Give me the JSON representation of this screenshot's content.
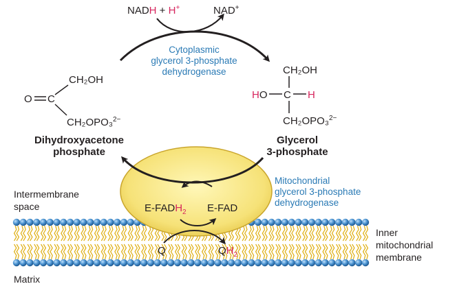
{
  "colors": {
    "enzyme_blue": "#2a7ab5",
    "hydrogen_red": "#d6245c",
    "enzyme_fill": "#f4e27e",
    "membrane_head": "#4a92d0",
    "membrane_tail": "#e0b21c"
  },
  "top_reaction": {
    "left_nad": "NAD",
    "left_h": "H",
    "plus": " + ",
    "proton": "H",
    "proton_charge": "+",
    "right_nad": "NAD",
    "right_charge": "+"
  },
  "cytoplasmic_enzyme": {
    "line1": "Cytoplasmic",
    "line2": "glycerol 3-phosphate",
    "line3": "dehydrogenase"
  },
  "dhap": {
    "top_group": "CH₂OH",
    "carbonyl_o": "O",
    "carbonyl_c": "C",
    "bottom_group_a": "CH₂OPO₃",
    "bottom_group_charge": "2−",
    "name_line1": "Dihydroxyacetone",
    "name_line2": "phosphate"
  },
  "glycerol_phosphate": {
    "top_group": "CH₂OH",
    "left_ho_h": "H",
    "left_ho_o": "O",
    "center_c": "C",
    "right_h": "H",
    "bottom_group_a": "CH₂OPO₃",
    "bottom_group_charge": "2−",
    "name_line1": "Glycerol",
    "name_line2": "3-phosphate"
  },
  "mito_enzyme": {
    "line1": "Mitochondrial",
    "line2": "glycerol 3-phosphate",
    "line3": "dehydrogenase",
    "efadh2_a": "E-FAD",
    "efadh2_h": "H",
    "efadh2_sub": "2",
    "efad": "E-FAD"
  },
  "quinone": {
    "q_left": "Q",
    "q_right": "Q",
    "qh2_h": "H",
    "qh2_sub": "2"
  },
  "regions": {
    "intermembrane_line1": "Intermembrane",
    "intermembrane_line2": "space",
    "inner_line1": "Inner",
    "inner_line2": "mitochondrial",
    "inner_line3": "membrane",
    "matrix": "Matrix"
  }
}
